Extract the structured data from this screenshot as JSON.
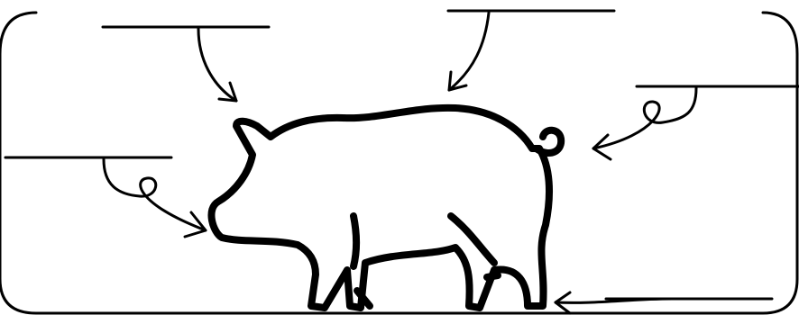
{
  "worksheet": {
    "subject": "pig-outline",
    "label_blanks": [
      {
        "id": "top-left",
        "text": ""
      },
      {
        "id": "top-middle",
        "text": ""
      },
      {
        "id": "right",
        "text": ""
      },
      {
        "id": "left",
        "text": ""
      },
      {
        "id": "bottom-right",
        "text": ""
      }
    ],
    "colors": {
      "ink": "#000000",
      "background": "#ffffff"
    }
  }
}
